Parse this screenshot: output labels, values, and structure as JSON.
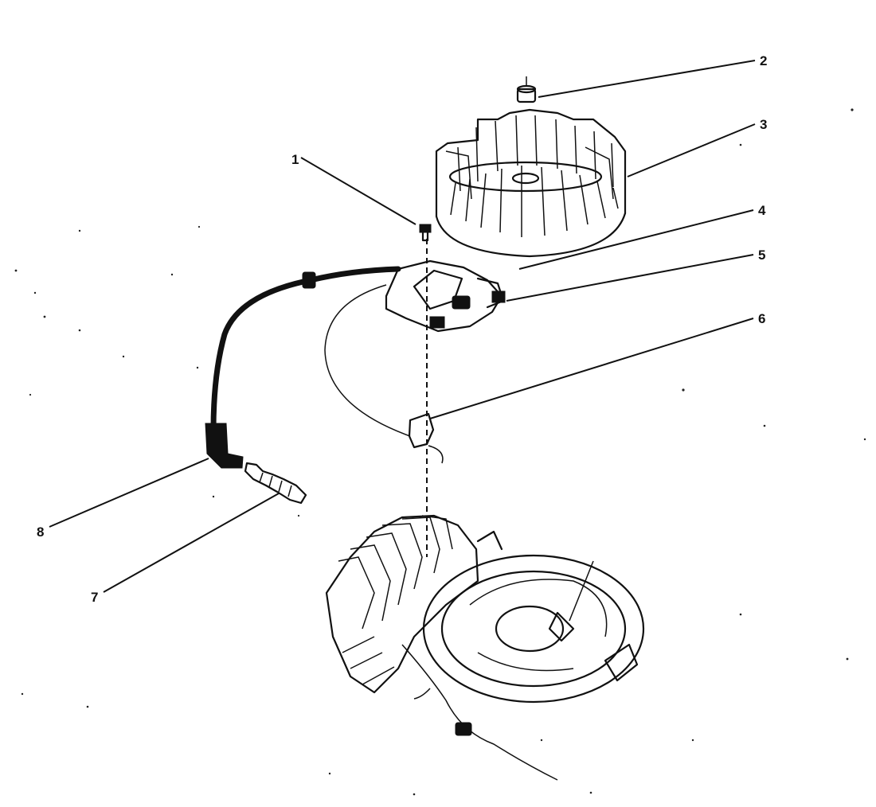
{
  "diagram": {
    "callouts": [
      {
        "id": "1",
        "label": "1"
      },
      {
        "id": "2",
        "label": "2"
      },
      {
        "id": "3",
        "label": "3"
      },
      {
        "id": "4",
        "label": "4"
      },
      {
        "id": "5",
        "label": "5"
      },
      {
        "id": "6",
        "label": "6"
      },
      {
        "id": "7",
        "label": "7"
      },
      {
        "id": "8",
        "label": "8"
      }
    ],
    "parts": [
      "flywheel-nut",
      "flywheel",
      "ignition-module",
      "module-screw",
      "ground-clip",
      "spark-plug-boot",
      "spark-plug",
      "engine-block"
    ]
  }
}
